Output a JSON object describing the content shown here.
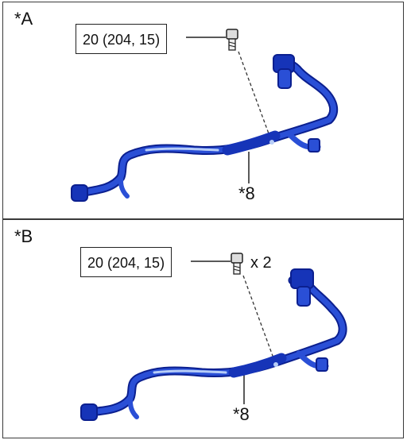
{
  "panels": [
    {
      "label": "*A",
      "torque_spec": "20 (204, 15)",
      "callout": "*8"
    },
    {
      "label": "*B",
      "torque_spec": "20 (204, 15)",
      "quantity": "x 2",
      "callout": "*8"
    }
  ],
  "colors": {
    "harness": "#2a4fd6",
    "harness_dark": "#0b1f8f",
    "highlight": "#b7cdf7",
    "border": "#3a3a3a"
  },
  "icons": [
    "bolt-icon",
    "wire-harness-illustration"
  ]
}
